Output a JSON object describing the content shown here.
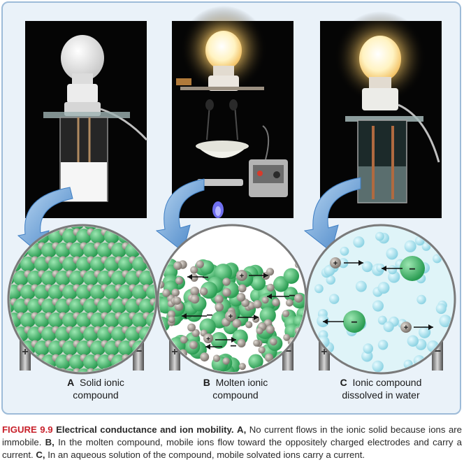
{
  "panels": [
    {
      "letter": "A",
      "line1": "Solid ionic",
      "line2": "compound"
    },
    {
      "letter": "B",
      "line1": "Molten ionic",
      "line2": "compound"
    },
    {
      "letter": "C",
      "line1": "Ionic compound",
      "line2": "dissolved in water"
    }
  ],
  "ion_symbols": {
    "plus": "+",
    "minus": "−"
  },
  "caption": {
    "figure": "FIGURE 9.9",
    "title": "Electrical conductance and ion mobility.",
    "a_letter": "A,",
    "a_text": "No current flows in the ionic solid because ions are immobile.",
    "b_letter": "B,",
    "b_text": "In the molten compound, mobile ions flow toward the oppositely charged electrodes and carry a current.",
    "c_letter": "C,",
    "c_text": "In an aqueous solution of the compound, mobile solvated ions carry a current."
  },
  "colors": {
    "frame_border": "#9dbbd8",
    "frame_fill": "#eaf2f9",
    "anion_green": "#3fbf6a",
    "cation_gray": "#a79f98",
    "water_blue": "#8fd8e6",
    "arrow_blue": "#4a86c8",
    "figure_red": "#c8202a"
  },
  "icons": [
    "light-bulb-icon",
    "beaker-icon",
    "electrode-icon",
    "flame-icon",
    "power-supply-icon"
  ]
}
